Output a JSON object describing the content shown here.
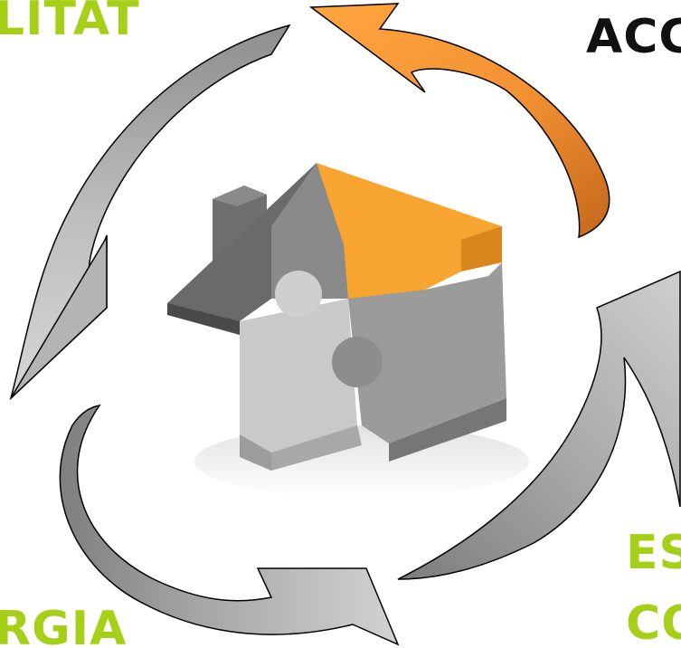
{
  "labels": {
    "top_left": "LITAT",
    "top_right": "ACC",
    "bottom_left": "RGIA",
    "bottom_right_line1": "ES",
    "bottom_right_line2": "CO"
  },
  "colors": {
    "green_text": "#a6cf18",
    "black_text": "#111111",
    "orange_arrow_light": "#ffa03a",
    "orange_arrow_dark": "#c86c1e",
    "grey_arrow_light": "#c8c8c8",
    "grey_arrow_dark": "#8c8c8c",
    "puzzle_orange": "#f7a430",
    "puzzle_dark": "#6e6e6e",
    "puzzle_mid": "#8f8f8f",
    "puzzle_light": "#bdbdbd"
  },
  "icons": {
    "center": "house-puzzle-icon",
    "cycle": "circular-arrows-icon"
  }
}
